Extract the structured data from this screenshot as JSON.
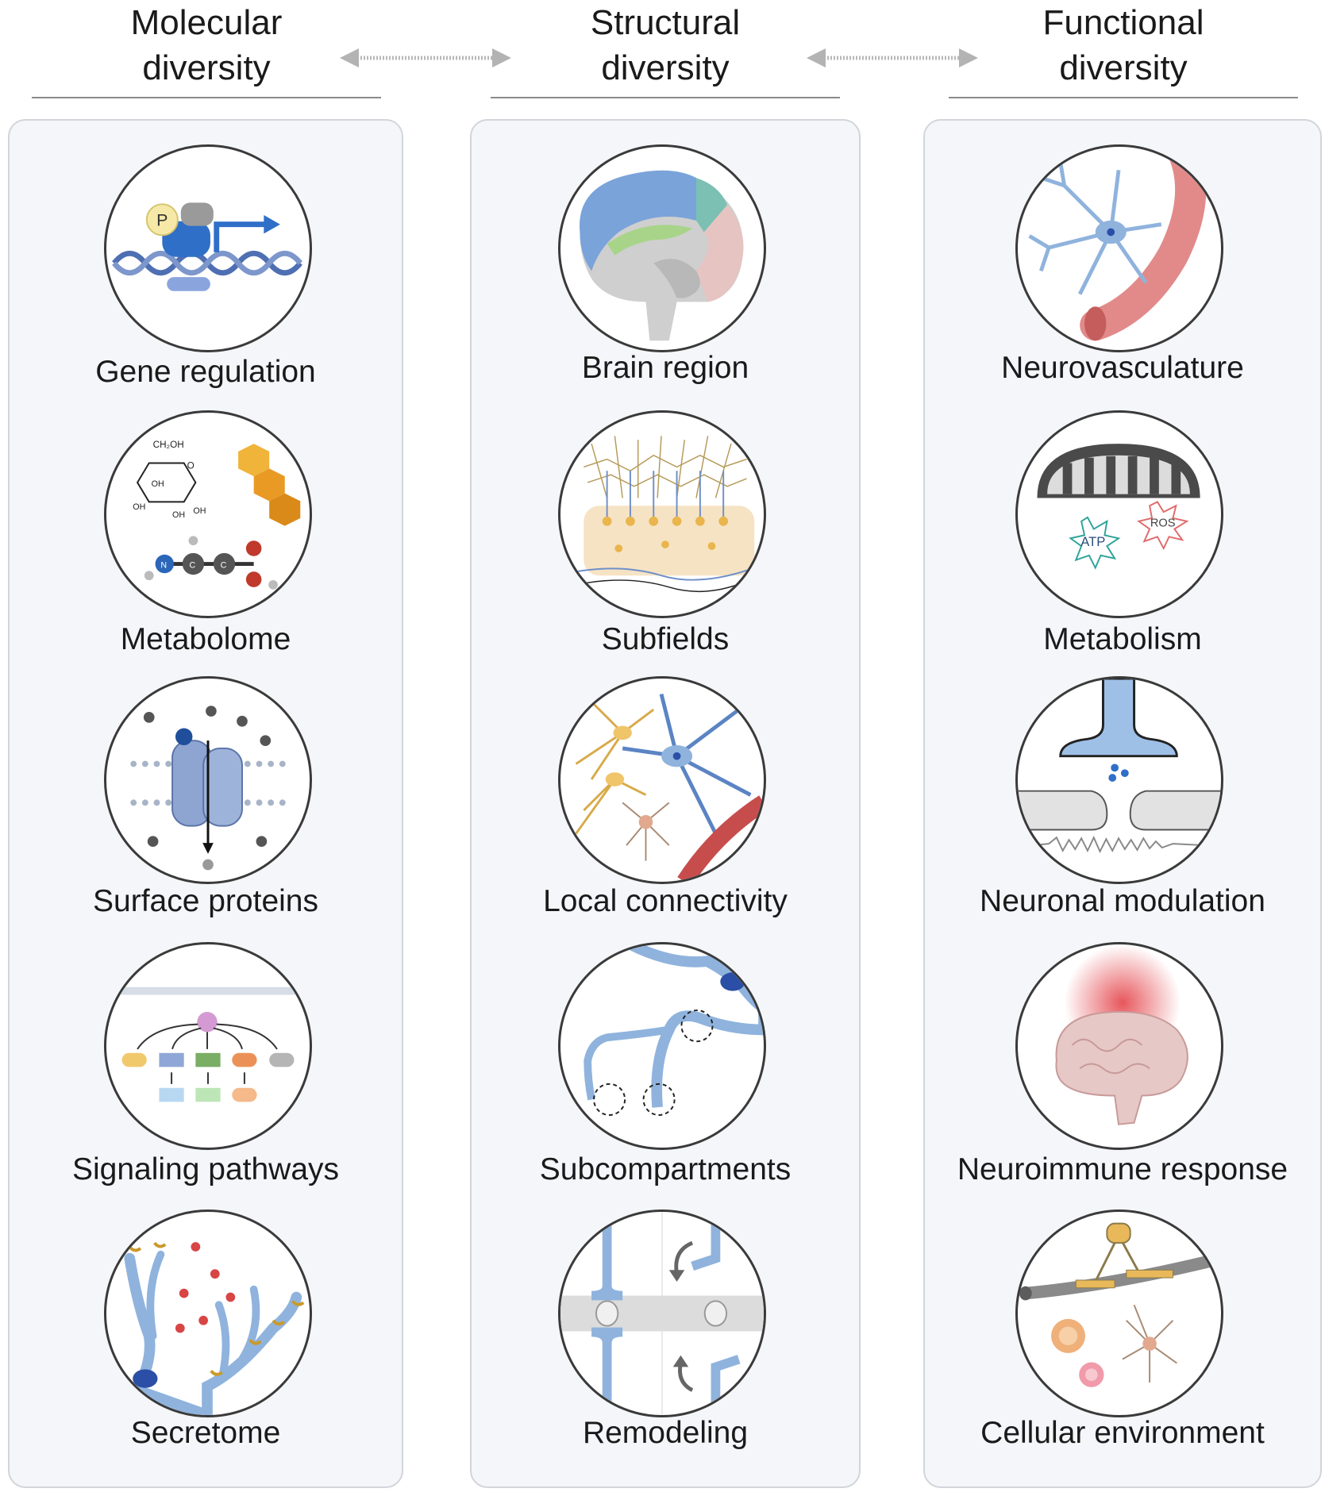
{
  "headers": [
    {
      "line1": "Molecular",
      "line2": "diversity"
    },
    {
      "line1": "Structural",
      "line2": "diversity"
    },
    {
      "line1": "Functional",
      "line2": "diversity"
    }
  ],
  "columns": [
    {
      "items": [
        {
          "label": "Gene regulation",
          "icon": "gene-regulation-icon"
        },
        {
          "label": "Metabolome",
          "icon": "metabolome-icon"
        },
        {
          "label": "Surface proteins",
          "icon": "surface-proteins-icon"
        },
        {
          "label": "Signaling pathways",
          "icon": "signaling-pathways-icon"
        },
        {
          "label": "Secretome",
          "icon": "secretome-icon"
        }
      ]
    },
    {
      "items": [
        {
          "label": "Brain region",
          "icon": "brain-region-icon"
        },
        {
          "label": "Subfields",
          "icon": "subfields-icon"
        },
        {
          "label": "Local connectivity",
          "icon": "local-connectivity-icon"
        },
        {
          "label": "Subcompartments",
          "icon": "subcompartments-icon"
        },
        {
          "label": "Remodeling",
          "icon": "remodeling-icon"
        }
      ]
    },
    {
      "items": [
        {
          "label": "Neurovasculature",
          "icon": "neurovasculature-icon"
        },
        {
          "label": "Metabolism",
          "icon": "metabolism-icon"
        },
        {
          "label": "Neuronal modulation",
          "icon": "neuronal-modulation-icon"
        },
        {
          "label": "Neuroimmune response",
          "icon": "neuroimmune-response-icon"
        },
        {
          "label": "Cellular environment",
          "icon": "cellular-environment-icon"
        }
      ]
    }
  ],
  "icon_text": {
    "phospho": "P",
    "ch2oh": "CH₂OH",
    "oh": "OH",
    "o": "O",
    "n": "N",
    "c": "C",
    "atp": "ATP",
    "ros": "ROS"
  },
  "colors": {
    "panel_bg": "#f4f6f9",
    "panel_border": "#d2d5da",
    "neuron_blue": "#9dbde0",
    "vessel_red": "#e07f80",
    "astro_yellow": "#e8b85a"
  }
}
